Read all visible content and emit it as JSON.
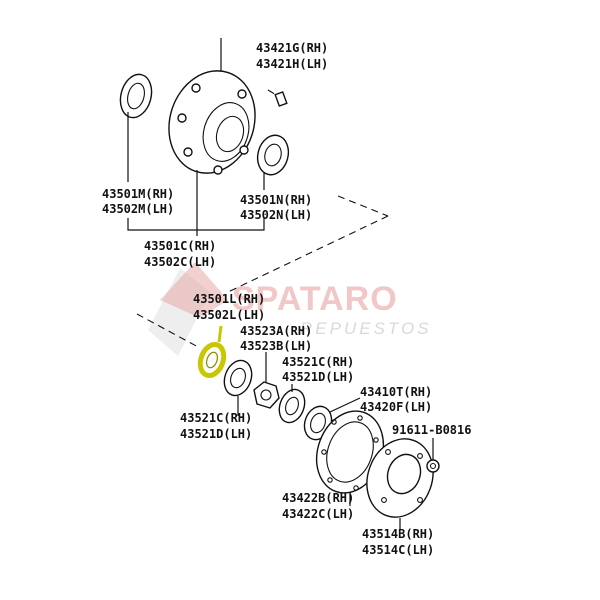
{
  "watermark": {
    "brand": "SPATARO",
    "subtitle": "REPUESTOS",
    "colors": {
      "brand": "#e79a9a",
      "subtitle": "#c9c9c9"
    }
  },
  "highlight_color": "#c8c800",
  "labels": {
    "p43421g": "43421G(RH)",
    "p43421h": "43421H(LH)",
    "p43501m": "43501M(RH)",
    "p43502m": "43502M(LH)",
    "p43501n": "43501N(RH)",
    "p43502n": "43502N(LH)",
    "p43501c": "43501C(RH)",
    "p43502c": "43502C(LH)",
    "p43501l": "43501L(RH)",
    "p43502l": "43502L(LH)",
    "p43523a": "43523A(RH)",
    "p43523b": "43523B(LH)",
    "p43521c_a": "43521C(RH)",
    "p43521d_a": "43521D(LH)",
    "p43410t": "43410T(RH)",
    "p43420f": "43420F(LH)",
    "p43521c_b": "43521C(RH)",
    "p43521d_b": "43521D(LH)",
    "p91611": "91611-B0816",
    "p43422b": "43422B(RH)",
    "p43422c": "43422C(LH)",
    "p43514b": "43514B(RH)",
    "p43514c": "43514C(LH)"
  }
}
